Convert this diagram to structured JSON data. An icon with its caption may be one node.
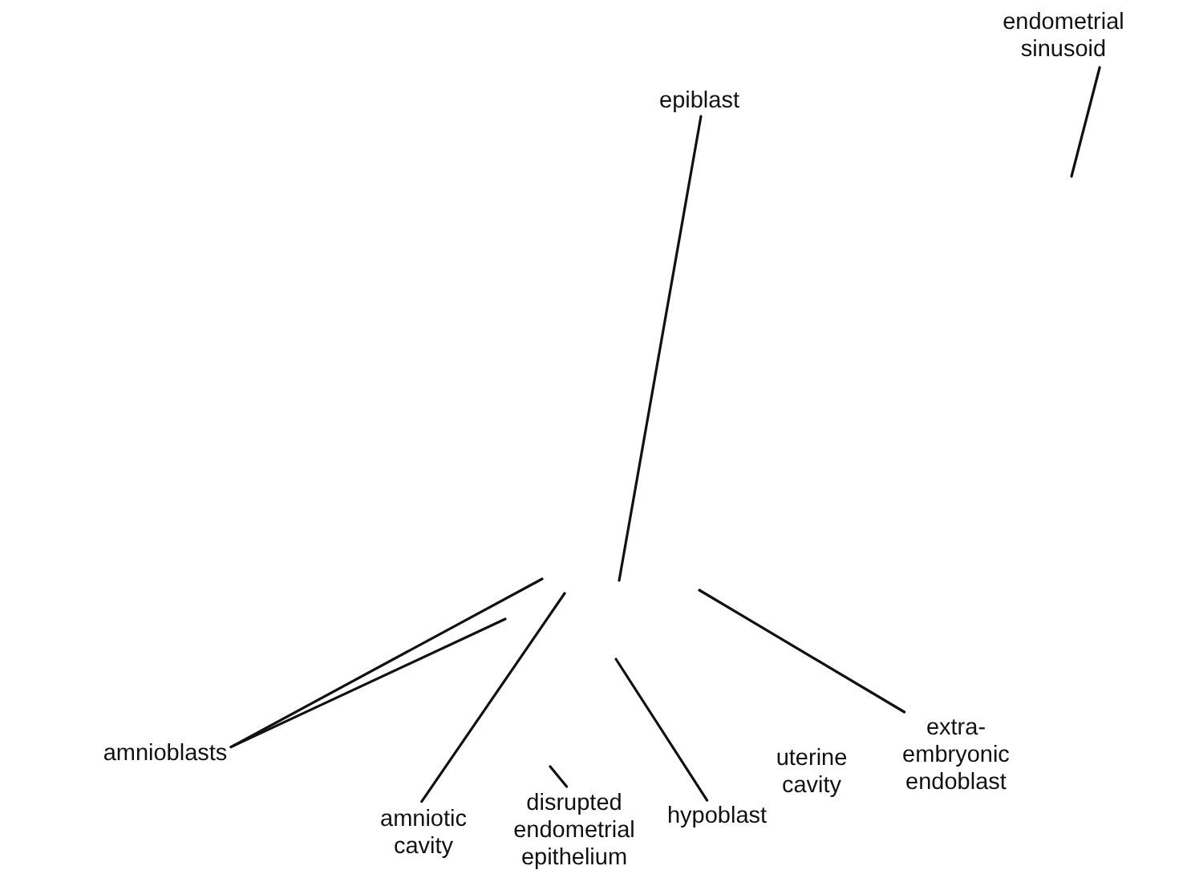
{
  "diagram": {
    "nodes": [
      {
        "text": [
          "endometrial sinusoid"
        ]
      },
      {
        "text": [
          "epiblast"
        ]
      },
      {
        "text": [
          "amnioblasts"
        ]
      },
      {
        "text": [
          "amniotic cavity"
        ]
      },
      {
        "text": [
          "disrupted endometrial epithelium"
        ]
      },
      {
        "text": [
          "hypoblast"
        ]
      },
      {
        "text": [
          "extra-embryonic endoblast"
        ]
      }
    ],
    "edges": [
      {
        "from": 0,
        "to": null,
        "arrow": "none"
      },
      {
        "from": 1,
        "to": null,
        "arrow": "none"
      },
      {
        "from": 2,
        "to": null,
        "arrow": "none"
      },
      {
        "from": 2,
        "to": null,
        "arrow": "none"
      },
      {
        "from": 3,
        "to": null,
        "arrow": "none"
      },
      {
        "from": 4,
        "to": null,
        "arrow": "none"
      },
      {
        "from": 5,
        "to": null,
        "arrow": "none"
      },
      {
        "from": 6,
        "to": null,
        "arrow": "none"
      }
    ],
    "labels": [
      "uterine cavity"
    ]
  }
}
